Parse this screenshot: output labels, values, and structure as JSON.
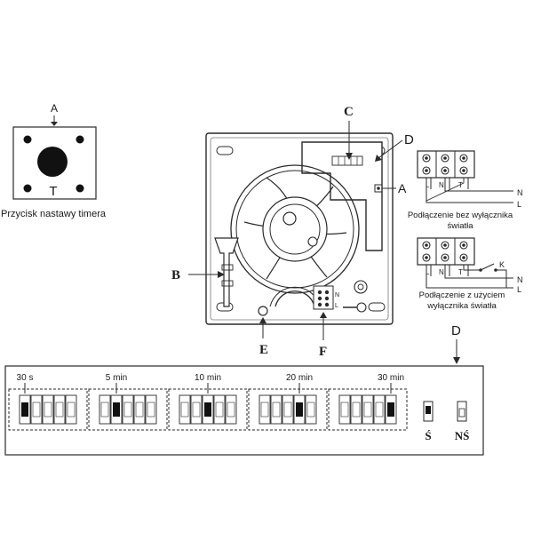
{
  "timer_button": {
    "pointer_label": "A",
    "t_label": "T",
    "caption": "Przycisk nastawy timera"
  },
  "fan": {
    "labels": {
      "B": "B",
      "C": "C",
      "D": "D",
      "A": "A",
      "E": "E",
      "F": "F"
    },
    "small_marks": {
      "n": "N",
      "l": "L"
    }
  },
  "wiring": {
    "top": {
      "terminals": [
        "L",
        "N",
        "T"
      ],
      "line_labels": [
        "N",
        "L"
      ],
      "caption_line1": "Podłączenie bez wyłącznika",
      "caption_line2": "światła"
    },
    "bottom": {
      "terminals": [
        "L",
        "N",
        "T"
      ],
      "switch_label": "K",
      "line_labels": [
        "N",
        "L"
      ],
      "caption_line1": "Podłączenie z użyciem",
      "caption_line2": "wyłącznika światła"
    }
  },
  "dip_panel": {
    "pointer_label": "D",
    "groups": [
      {
        "label": "30 s",
        "active_index": 0
      },
      {
        "label": "5 min",
        "active_index": 1
      },
      {
        "label": "10 min",
        "active_index": 2
      },
      {
        "label": "20 min",
        "active_index": 3
      },
      {
        "label": "30 min",
        "active_index": 4
      }
    ],
    "mode_s": "Ś",
    "mode_ns": "NŚ"
  }
}
